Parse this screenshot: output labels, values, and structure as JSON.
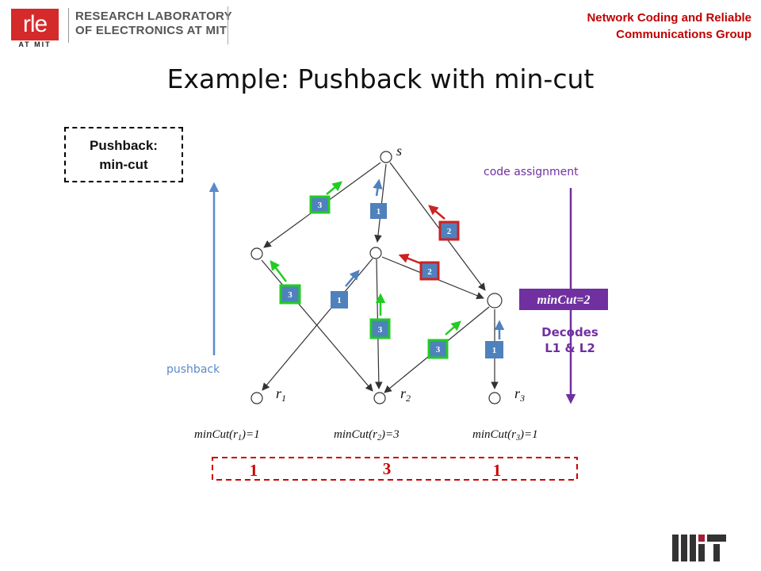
{
  "header": {
    "logo_text": "rle",
    "logo_sub": "AT MIT",
    "lab_line1": "RESEARCH LABORATORY",
    "lab_line2": "OF ELECTRONICS AT MIT",
    "group_line1": "Network Coding and Reliable",
    "group_line2": "Communications Group"
  },
  "title": "Example: Pushback with min-cut",
  "legend": {
    "line1": "Pushback:",
    "line2": "min-cut"
  },
  "labels": {
    "pushback": "pushback",
    "code_assignment": "code assignment",
    "mincut_badge": "minCut=2",
    "decodes_line1": "Decodes",
    "decodes_line2": "L1 & L2"
  },
  "nodes": {
    "source": "s",
    "r1_base": "r",
    "r1_sub": "1",
    "r2_base": "r",
    "r2_sub": "2",
    "r3_base": "r",
    "r3_sub": "3"
  },
  "mincuts": {
    "r1_prefix": "minCut(r",
    "r1_sub": "1",
    "r1_suffix": ")=1",
    "r2_prefix": "minCut(r",
    "r2_sub": "2",
    "r2_suffix": ")=3",
    "r3_prefix": "minCut(r",
    "r3_sub": "3",
    "r3_suffix": ")=1"
  },
  "result": {
    "r1": "1",
    "r2": "3",
    "r3": "1"
  },
  "edge_codes": {
    "s_to_a": "3",
    "s_to_b": "1",
    "s_to_c_top": "2",
    "b_to_c": "2",
    "a_to_r2": "3",
    "b_to_r1": "1",
    "b_to_r2": "3",
    "c_to_r2": "3",
    "c_to_r3": "1"
  },
  "colors": {
    "green_box": "#22cc22",
    "red_box": "#cc2222",
    "blue_fill": "#4f81bd",
    "purple": "#7030a0",
    "pushback_blue": "#5b8ac9",
    "red_text": "#cc0000"
  }
}
